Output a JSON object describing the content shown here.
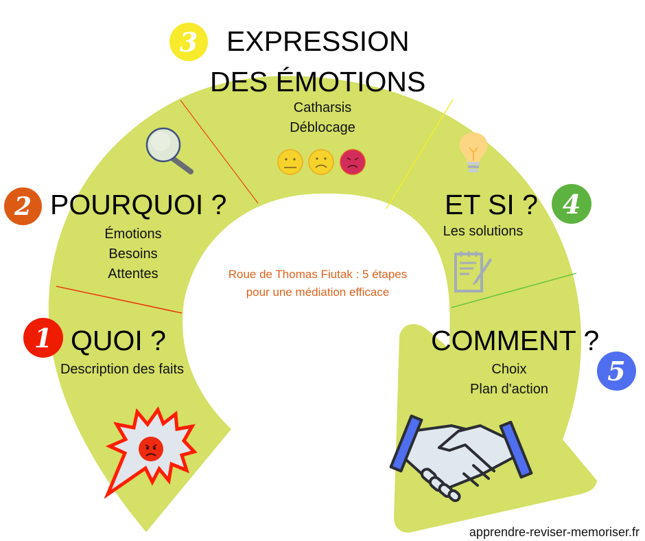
{
  "colors": {
    "ring": "#d4e066",
    "background": "#ffffff",
    "divider_1_2": "#ee2200",
    "divider_2_3": "#e8441a",
    "divider_3_4": "#f5ec26",
    "divider_4_5": "#5cbf3a",
    "center_text": "#e0621b"
  },
  "steps": [
    {
      "number": "1",
      "title": "QUOI ?",
      "lines": [
        "Description des faits"
      ],
      "badge_color": "#ee1c00",
      "icon": "angry-burst-icon"
    },
    {
      "number": "2",
      "title": "POURQUOI ?",
      "lines": [
        "Émotions",
        "Besoins",
        "Attentes"
      ],
      "badge_color": "#dd5a14",
      "icon": "magnifier-icon"
    },
    {
      "number": "3",
      "title_line1": "EXPRESSION",
      "title_line2": "DES ÉMOTIONS",
      "lines": [
        "Catharsis",
        "Déblocage"
      ],
      "badge_color": "#f8ea2c",
      "icon": "emotion-faces-icon"
    },
    {
      "number": "4",
      "title": "ET SI ?",
      "lines": [
        "Les solutions"
      ],
      "badge_color": "#5db33f",
      "icon": "lightbulb-icon",
      "icon2": "notepad-pen-icon"
    },
    {
      "number": "5",
      "title": "COMMENT ?",
      "lines": [
        "Choix",
        "Plan d'action"
      ],
      "badge_color": "#4f6ef0",
      "icon": "handshake-icon"
    }
  ],
  "center": {
    "line1": "Roue de Thomas Fiutak : 5 étapes",
    "line2": "pour une médiation efficace"
  },
  "footer": "apprendre-reviser-memoriser.fr"
}
